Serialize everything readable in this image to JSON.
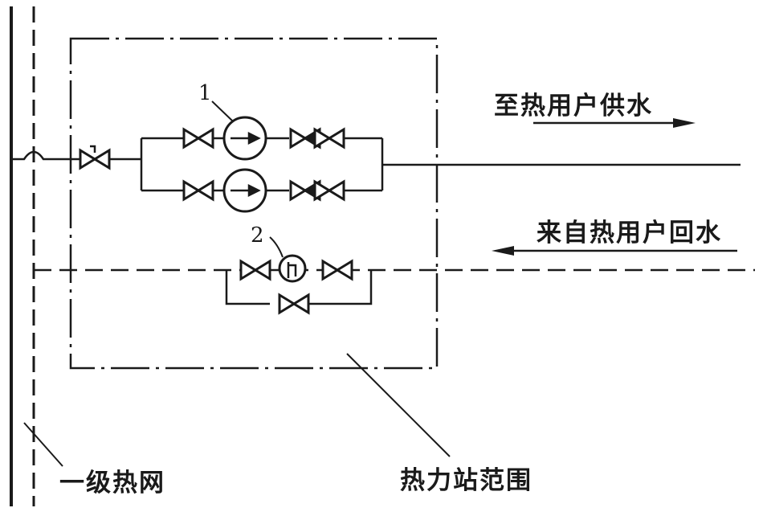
{
  "labels": {
    "supply": "至热用户供水",
    "return": "来自热用户回水",
    "station": "热力站范围",
    "primary_network": "一级热网"
  },
  "callouts": {
    "pump": "1",
    "meter": "2"
  },
  "colors": {
    "ink": "#1a1a1a",
    "background": "#ffffff"
  }
}
